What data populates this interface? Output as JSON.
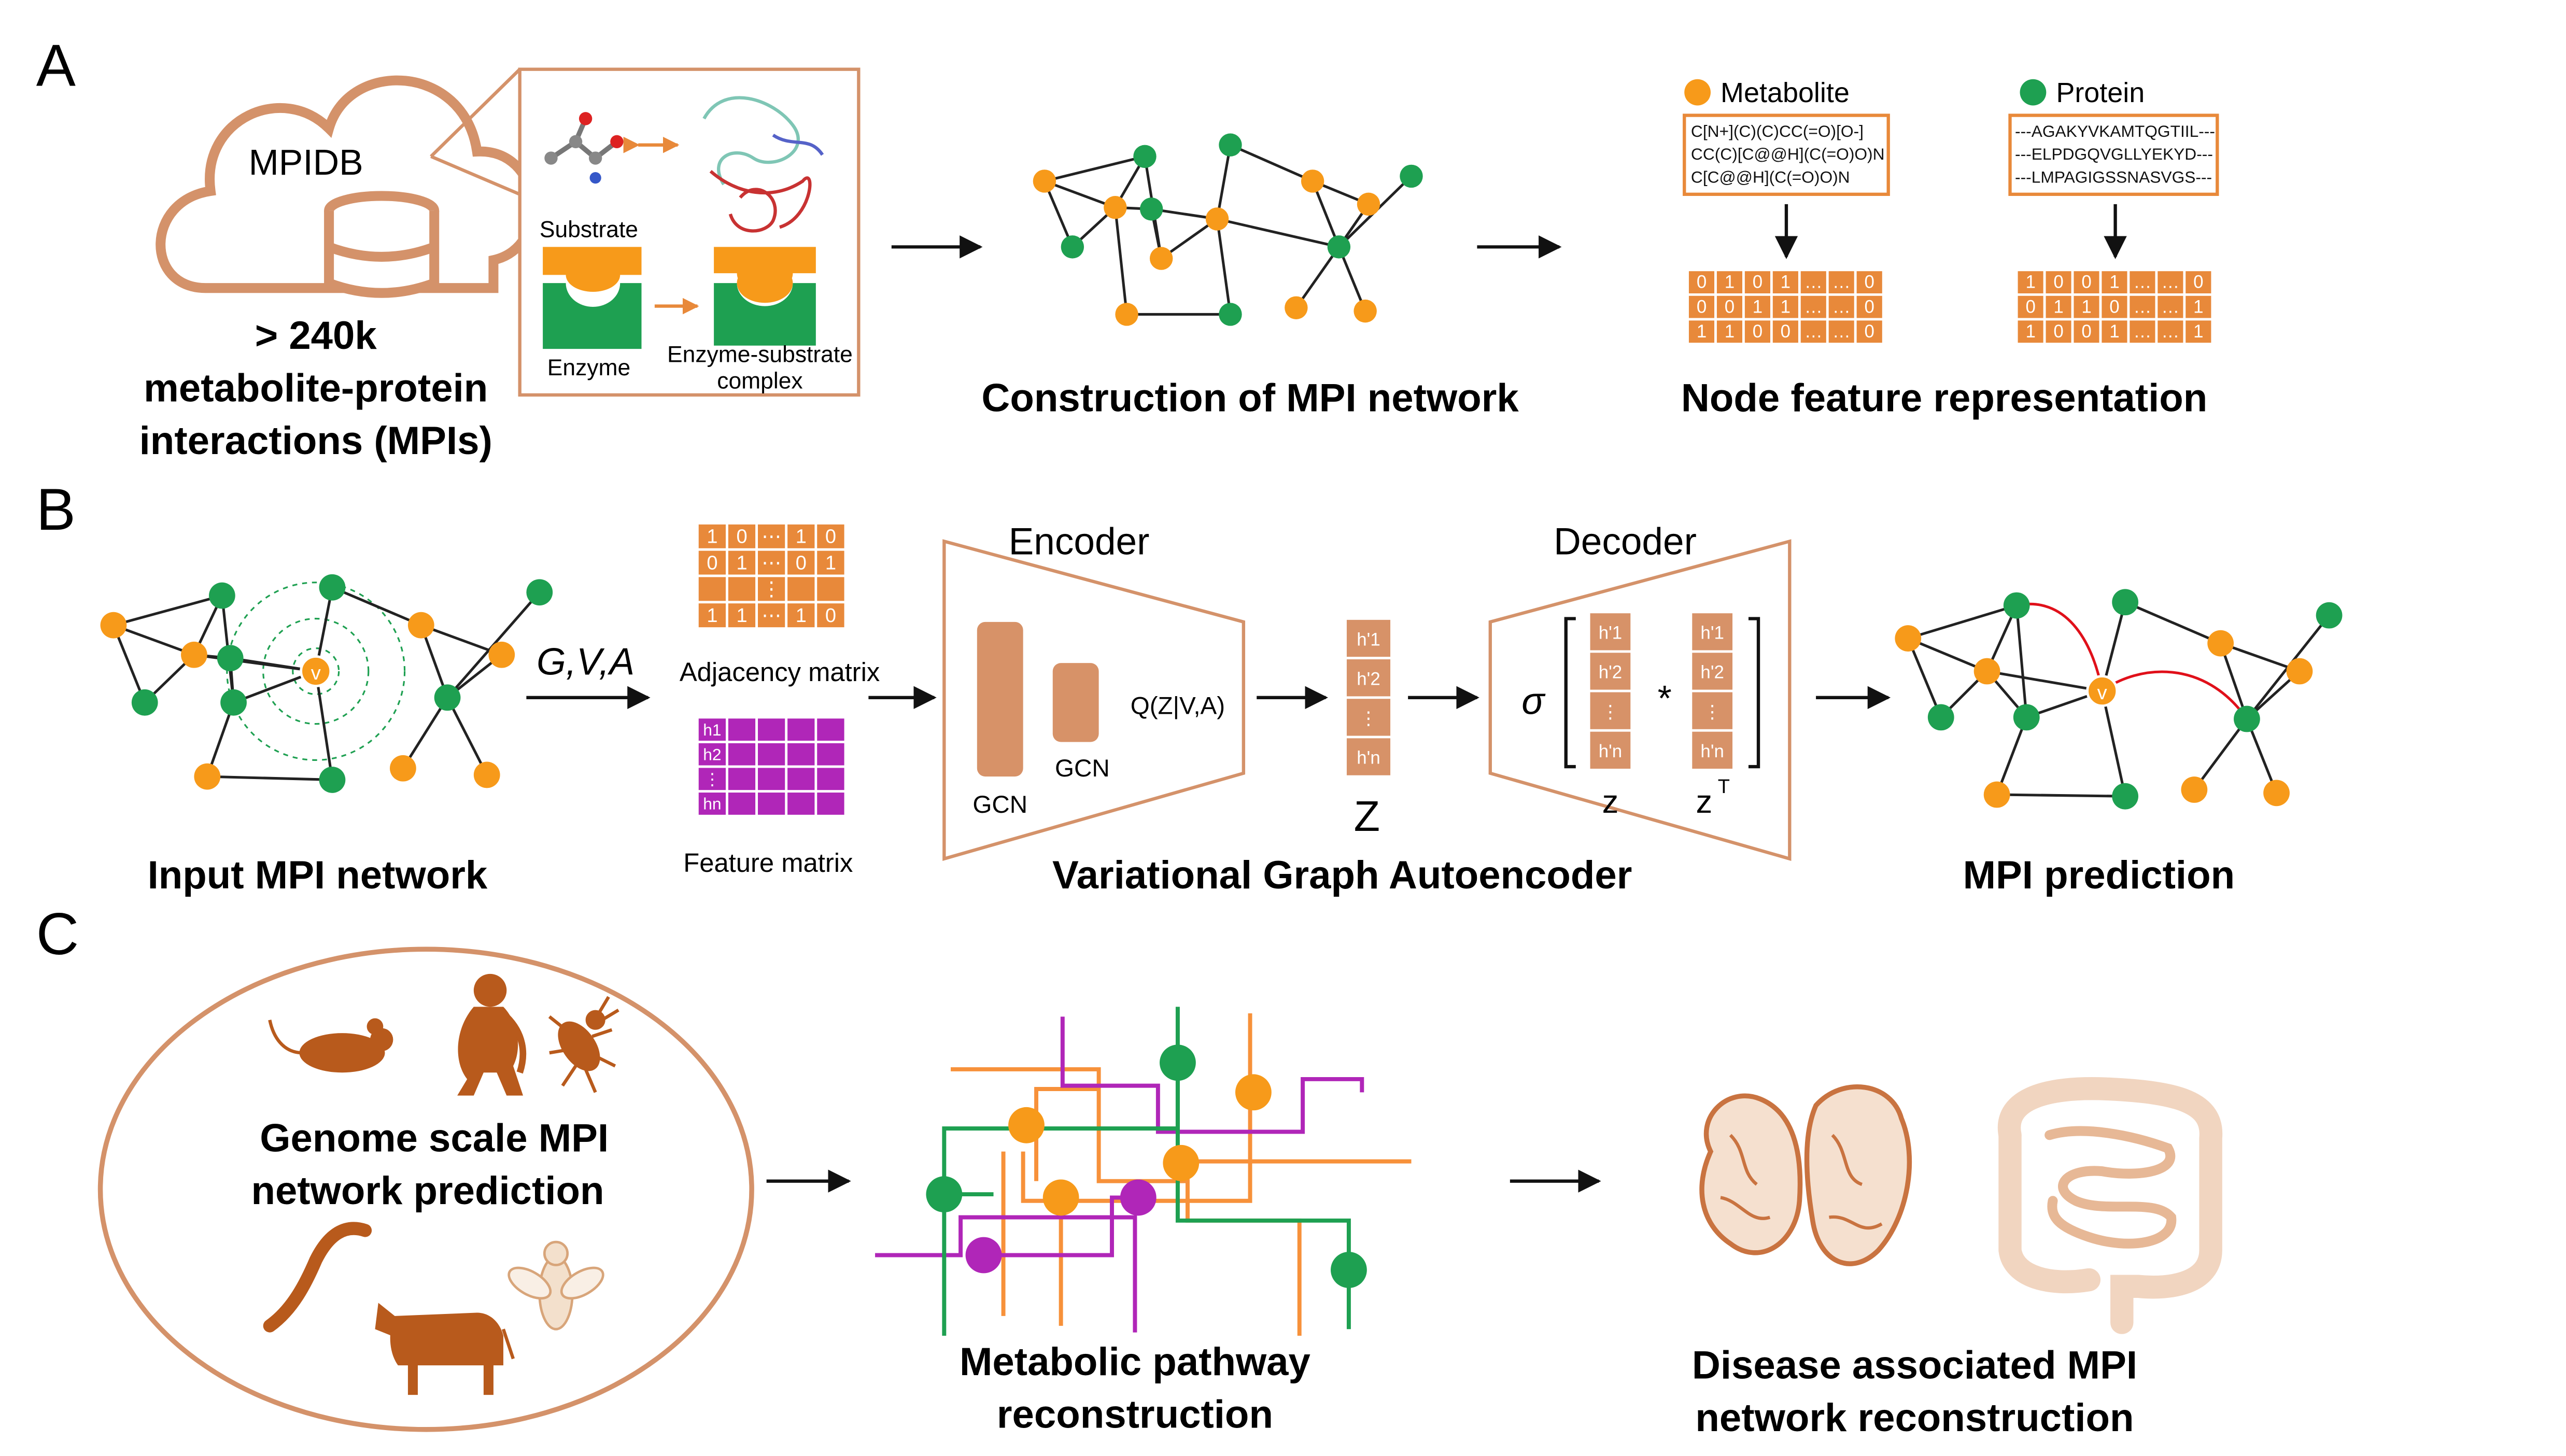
{
  "panel_a": {
    "letter": "A",
    "cloud_label": "MPIDB",
    "count_line1": "> 240k",
    "count_line2": "metabolite-protein",
    "count_line3": "interactions (MPIs)",
    "substrate_label": "Substrate",
    "enzyme_label": "Enzyme",
    "complex_label1": "Enzyme-substrate",
    "complex_label2": "complex",
    "network_caption": "Construction of MPI network",
    "features_caption": "Node feature representation",
    "legend_metabolite": "Metabolite",
    "legend_protein": "Protein",
    "smiles": [
      "C[N+](C)(C)CC(=O)[O-]",
      "CC(C)[C@@H](C(=O)O)N",
      "C[C@@H](C(=O)O)N"
    ],
    "sequences": [
      "---AGAKYVKAMTQGTIIL---",
      "---ELPDGQVGLLYEKYD---",
      "---LMPAGIGSSNASVGS---"
    ],
    "metabolite_matrix": [
      [
        "0",
        "1",
        "0",
        "1",
        "…",
        "…",
        "0"
      ],
      [
        "0",
        "0",
        "1",
        "1",
        "…",
        "…",
        "0"
      ],
      [
        "1",
        "1",
        "0",
        "0",
        "…",
        "…",
        "0"
      ]
    ],
    "protein_matrix": [
      [
        "1",
        "0",
        "0",
        "1",
        "…",
        "…",
        "0"
      ],
      [
        "0",
        "1",
        "1",
        "0",
        "…",
        "…",
        "1"
      ],
      [
        "1",
        "0",
        "0",
        "1",
        "…",
        "…",
        "1"
      ]
    ]
  },
  "panel_b": {
    "letter": "B",
    "input_caption": "Input MPI network",
    "node_v": "v",
    "gva_label": "G,V,A",
    "adjacency_label": "Adjacency matrix",
    "feature_label": "Feature matrix",
    "adj_matrix": [
      [
        "1",
        "0",
        "⋯",
        "1",
        "0"
      ],
      [
        "0",
        "1",
        "⋯",
        "0",
        "1"
      ],
      [
        "",
        "",
        "⋮",
        "",
        ""
      ],
      [
        "1",
        "1",
        "⋯",
        "1",
        "0"
      ]
    ],
    "feature_rows": [
      "h1",
      "h2",
      "⋮",
      "hn"
    ],
    "encoder_label": "Encoder",
    "decoder_label": "Decoder",
    "gcn_label": "GCN",
    "q_label": "Q(Z|V,A)",
    "z_label": "Z",
    "z_entries": [
      "h'1",
      "h'2",
      "⋮",
      "h'n"
    ],
    "sigma_label": "σ",
    "times_label": "*",
    "z_small": "z",
    "zt_small": "z",
    "zt_sup": "T",
    "vgae_caption": "Variational Graph Autoencoder",
    "prediction_caption": "MPI prediction"
  },
  "panel_c": {
    "letter": "C",
    "genome_line1": "Genome scale MPI",
    "genome_line2": "network prediction",
    "pathway_line1": "Metabolic pathway",
    "pathway_line2": "reconstruction",
    "disease_line1": "Disease associated MPI",
    "disease_line2": "network reconstruction",
    "organism_icons": [
      "mouse-icon",
      "primate-icon",
      "beetle-icon",
      "worm-icon",
      "cow-icon",
      "fly-icon"
    ],
    "organ_icons": [
      "brain-section-icon",
      "intestine-icon"
    ]
  },
  "colors": {
    "metabolite": "#f79a1a",
    "protein": "#1ea051",
    "matrix": "#e8893a",
    "outline": "#d4926a",
    "gcn": "#d79268",
    "feature": "#b026b8",
    "prediction_edge": "#e0101a",
    "silhouette": "#b85a1c"
  }
}
